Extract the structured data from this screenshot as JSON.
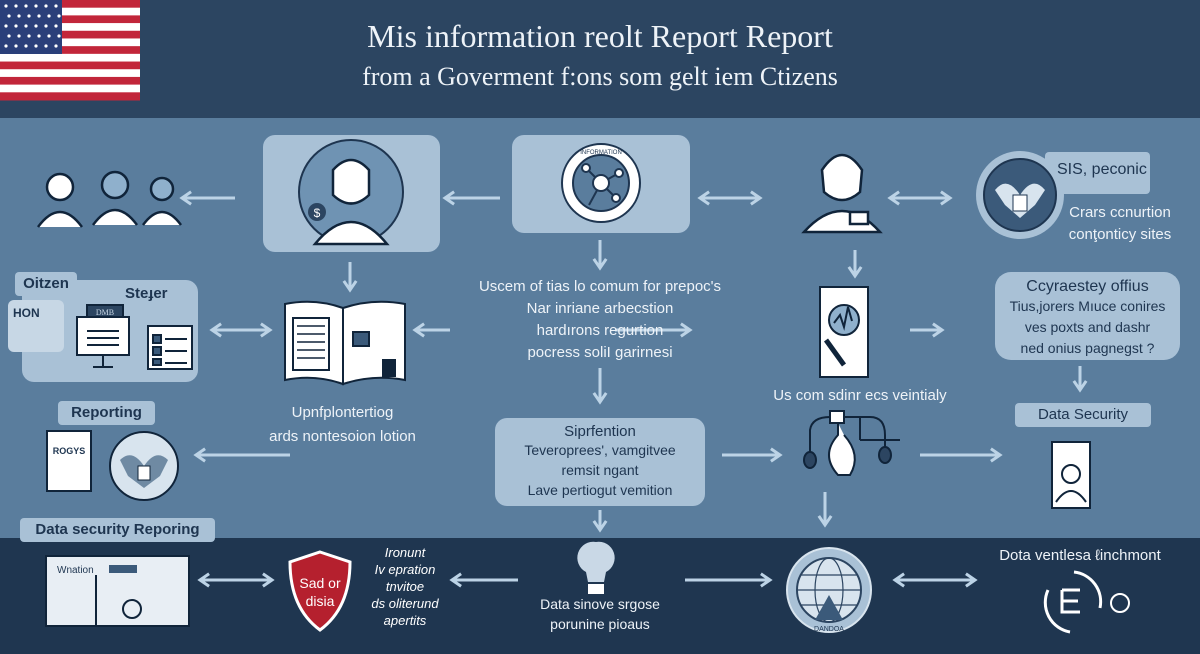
{
  "header": {
    "title_line1": "Mis information reolt Report Report",
    "title_line2": "from a Goverment f:ons som gelt iem Ctizens"
  },
  "top_row": {
    "seal_ring_text": "INFORMATION",
    "seal_label": "SIS, peconic",
    "seal_caption_line1": "Crars ccnurtion",
    "seal_caption_line2": "conţonticy sites"
  },
  "citizen_box": {
    "tab_label": "Oitzen",
    "title": "Steɟer",
    "doc_label": "HON",
    "printer_label": "DMB"
  },
  "center_text": [
    "Uscem of tias lo comum for prepoc's",
    "Nar inriane arbecstion",
    "hardırons regurtion",
    "pocress soliI garirnesi"
  ],
  "right_box": {
    "title": "Ccyraestey offius",
    "lines": [
      "Tius,jorers Mıuce conires",
      "ves poxts and dashr",
      "ned onius pagnegst ?"
    ]
  },
  "middle_caption": "Us com sdinr ecs veintialy",
  "reporting": {
    "label": "Reporting",
    "doc_label": "ROGYS",
    "bottom_label": "Data security Reporing"
  },
  "left_mid_text": [
    "Upnfplontertiog",
    "ards nontesoion lotion"
  ],
  "prevention_box": {
    "title": "Siprfention",
    "lines": [
      "Teveroprees', vamgitvee",
      "remsit ngant",
      "Lave pertiogut vemition"
    ]
  },
  "data_security_label": "Data Security",
  "footer": {
    "doc_label": "Wnation",
    "shield_text_line1": "Sad or",
    "shield_text_line2": "disia",
    "shield_caption": [
      "Ironunt",
      "Iv epration",
      "tnvitoe",
      "ds oliterund",
      "apertits"
    ],
    "bulb_caption": [
      "Data sinove srgose",
      "porunine pioaus"
    ],
    "globe_seal_text": "DANDOA",
    "right_title": "Dota ventlesa ℓinchmont"
  },
  "colors": {
    "header_bg": "#2c4561",
    "main_bg": "#5a7d9d",
    "footer_bg": "#1f3650",
    "box_bg": "#a9c1d6",
    "arrow": "#bcd3e6",
    "shield_red": "#b5202e"
  }
}
